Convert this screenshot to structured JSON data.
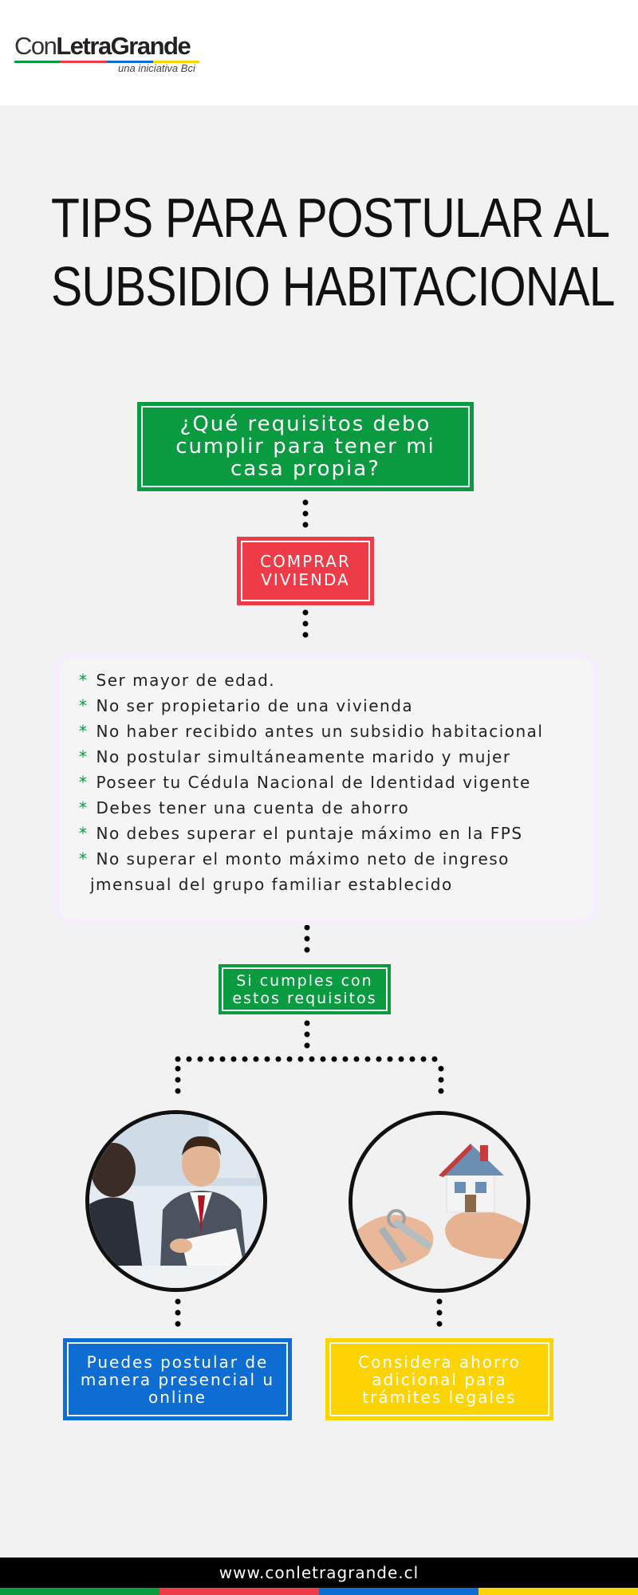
{
  "logo": {
    "part1": "Con",
    "part2": "LetraGrande",
    "tagline": "una iniciativa Bci",
    "icon": "conletragrande-logo"
  },
  "title": {
    "line1": "TIPS PARA POSTULAR AL",
    "line2": "SUBSIDIO HABITACIONAL"
  },
  "question": "¿Qué requisitos debo\ncumplir para tener mi\ncasa propia?",
  "comprar": "COMPRAR\nVIVIENDA",
  "requirements": [
    "Ser mayor de edad.",
    "No ser propietario de una vivienda",
    "No haber recibido antes un subsidio habitacional",
    "No postular simultáneamente marido y mujer",
    "Poseer tu Cédula Nacional de Identidad vigente",
    "Debes tener una cuenta de ahorro",
    "No debes superar el puntaje máximo en la FPS",
    "No superar el monto máximo neto de ingreso"
  ],
  "requirement_continuation": "jmensual del grupo familiar establecido",
  "bullet_symbol": "*",
  "cumples": "Si cumples con\nestos requisitos",
  "option_left": "Puedes postular de\nmanera presencial u\nonline",
  "option_right": "Considera ahorro\nadicional para\ntrámites legales",
  "photos": {
    "left_icon": "business-meeting-photo",
    "right_icon": "house-keys-photo"
  },
  "footer": "www.conletragrande.cl",
  "colors": {
    "green": "#0a9a3f",
    "red": "#ee3b48",
    "blue": "#0e6dd2",
    "yellow": "#fcd404",
    "background": "#f2f2f2"
  }
}
